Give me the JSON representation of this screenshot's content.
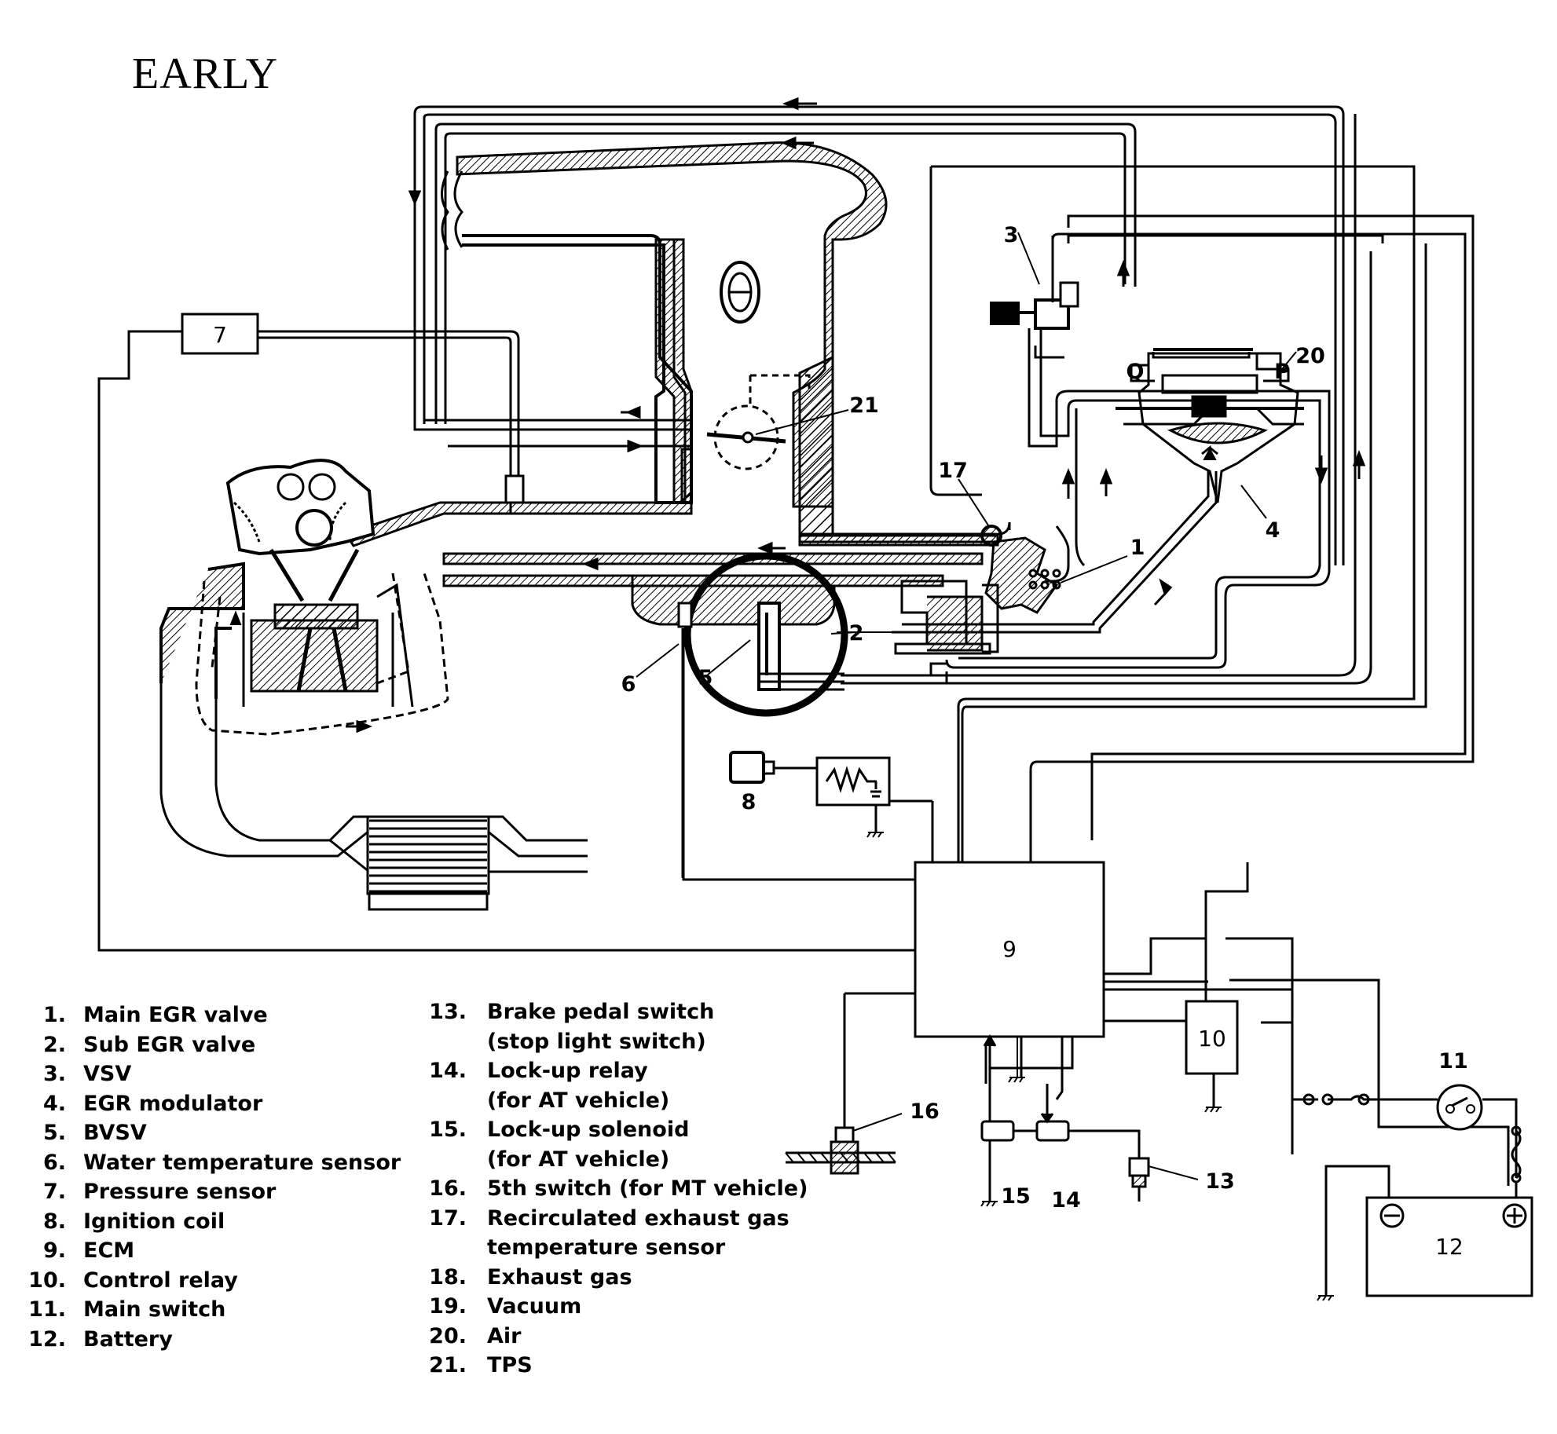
{
  "title": "EARLY",
  "callouts": {
    "c1": "1",
    "c2": "2",
    "c3": "3",
    "c4": "4",
    "c5": "5",
    "c6": "6",
    "c7": "7",
    "c8": "8",
    "c9": "9",
    "c10": "10",
    "c11": "11",
    "c12": "12",
    "c13": "13",
    "c14": "14",
    "c15": "15",
    "c16": "16",
    "c17": "17",
    "c20": "20",
    "c21": "21",
    "q": "Q",
    "p": "P"
  },
  "legend_left": [
    {
      "num": "1.",
      "label": "Main EGR valve"
    },
    {
      "num": "2.",
      "label": "Sub EGR valve"
    },
    {
      "num": "3.",
      "label": "VSV"
    },
    {
      "num": "4.",
      "label": "EGR modulator"
    },
    {
      "num": "5.",
      "label": "BVSV"
    },
    {
      "num": "6.",
      "label": "Water temperature sensor"
    },
    {
      "num": "7.",
      "label": "Pressure sensor"
    },
    {
      "num": "8.",
      "label": "Ignition coil"
    },
    {
      "num": "9.",
      "label": "ECM"
    },
    {
      "num": "10.",
      "label": "Control relay"
    },
    {
      "num": "11.",
      "label": "Main switch"
    },
    {
      "num": "12.",
      "label": "Battery"
    }
  ],
  "legend_right": [
    {
      "num": "13.",
      "label": "Brake pedal switch"
    },
    {
      "num": "",
      "label": "(stop light switch)"
    },
    {
      "num": "14.",
      "label": "Lock-up relay"
    },
    {
      "num": "",
      "label": "(for AT vehicle)"
    },
    {
      "num": "15.",
      "label": "Lock-up solenoid"
    },
    {
      "num": "",
      "label": "(for AT vehicle)"
    },
    {
      "num": "16.",
      "label": "5th switch (for MT vehicle)"
    },
    {
      "num": "17.",
      "label": "Recirculated exhaust gas"
    },
    {
      "num": "",
      "label": "temperature sensor"
    },
    {
      "num": "18.",
      "label": "Exhaust gas"
    },
    {
      "num": "19.",
      "label": "Vacuum"
    },
    {
      "num": "20.",
      "label": "Air"
    },
    {
      "num": "21.",
      "label": "TPS"
    }
  ]
}
